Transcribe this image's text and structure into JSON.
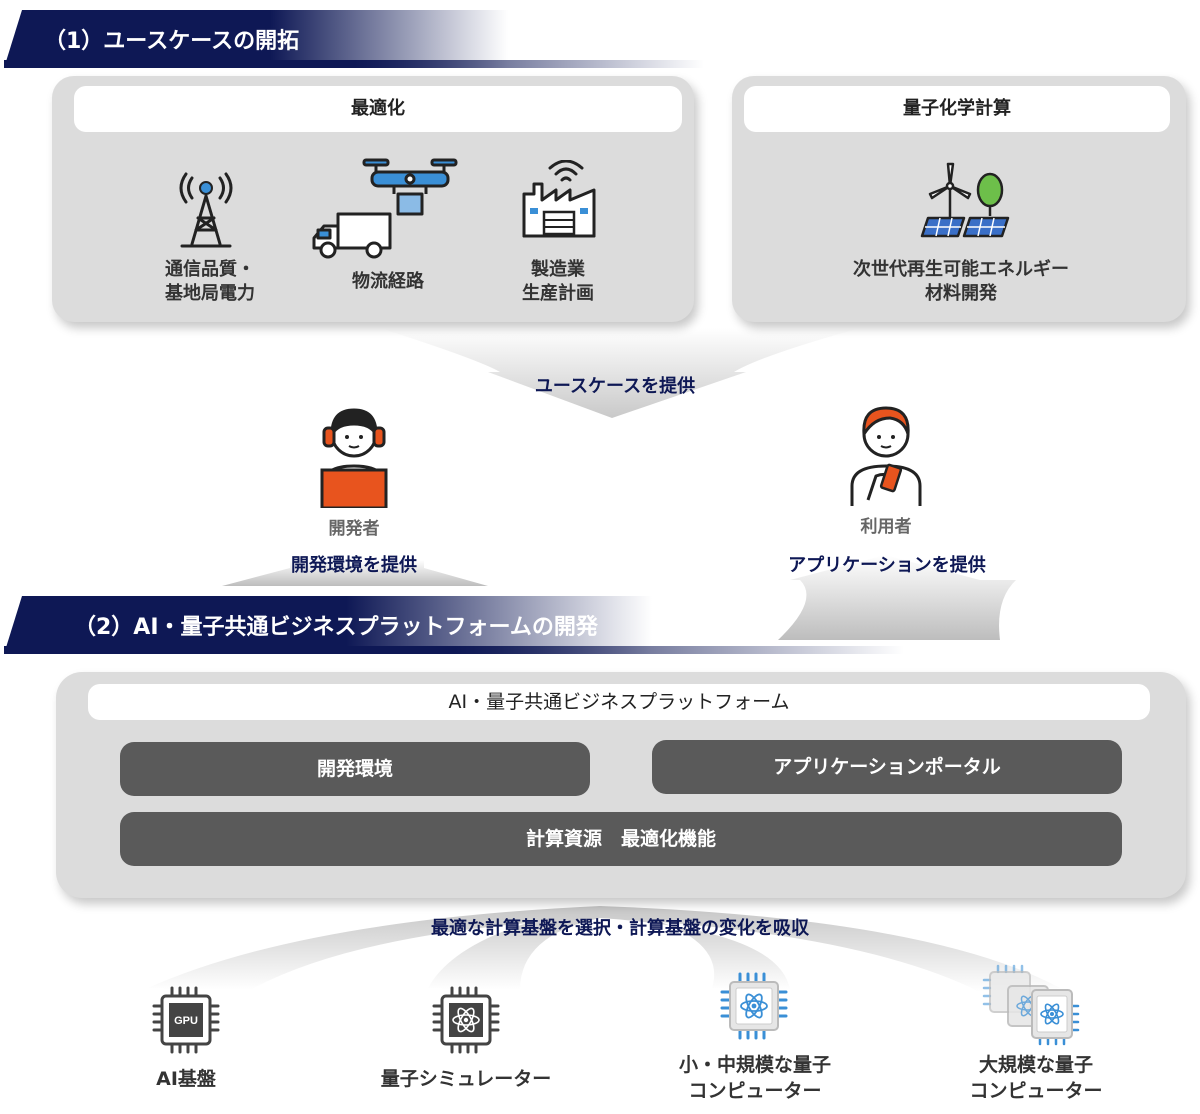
{
  "sections": {
    "s1": "（1）ユースケースの開拓",
    "s2": "（2）AI・量子共通ビジネスプラットフォームの開発"
  },
  "optimization": {
    "title": "最適化",
    "items": [
      {
        "line1": "通信品質・",
        "line2": "基地局電力",
        "icon": "antenna-tower-icon"
      },
      {
        "line1": "物流経路",
        "line2": "",
        "icon": "drone-truck-icon"
      },
      {
        "line1": "製造業",
        "line2": "生産計画",
        "icon": "factory-icon"
      }
    ]
  },
  "chemistry": {
    "title": "量子化学計算",
    "item": {
      "line1": "次世代再生可能エネルギー",
      "line2": "材料開発",
      "icon": "wind-solar-tree-icon"
    }
  },
  "flow": {
    "provide_usecase": "ユースケースを提供",
    "developer": "開発者",
    "user": "利用者",
    "provide_dev_env": "開発環境を提供",
    "provide_app": "アプリケーションを提供"
  },
  "platform": {
    "title": "AI・量子共通ビジネスプラットフォーム",
    "dev_env": "開発環境",
    "app_portal": "アプリケーションポータル",
    "compute": "計算資源　最適化機能"
  },
  "select_label": "最適な計算基盤を選択・計算基盤の変化を吸収",
  "bases": [
    {
      "line1": "AI基盤",
      "line2": "",
      "icon": "gpu-chip-icon",
      "chip_text": "GPU"
    },
    {
      "line1": "量子シミュレーター",
      "line2": "",
      "icon": "quantum-simulator-chip-icon"
    },
    {
      "line1": "小・中規模な量子",
      "line2": "コンピューター",
      "icon": "quantum-chip-icon"
    },
    {
      "line1": "大規模な量子",
      "line2": "コンピューター",
      "icon": "quantum-chip-stack-icon"
    }
  ],
  "colors": {
    "navy": "#0e1855",
    "orange": "#e8541e",
    "quantum_blue": "#3a8fd6"
  }
}
